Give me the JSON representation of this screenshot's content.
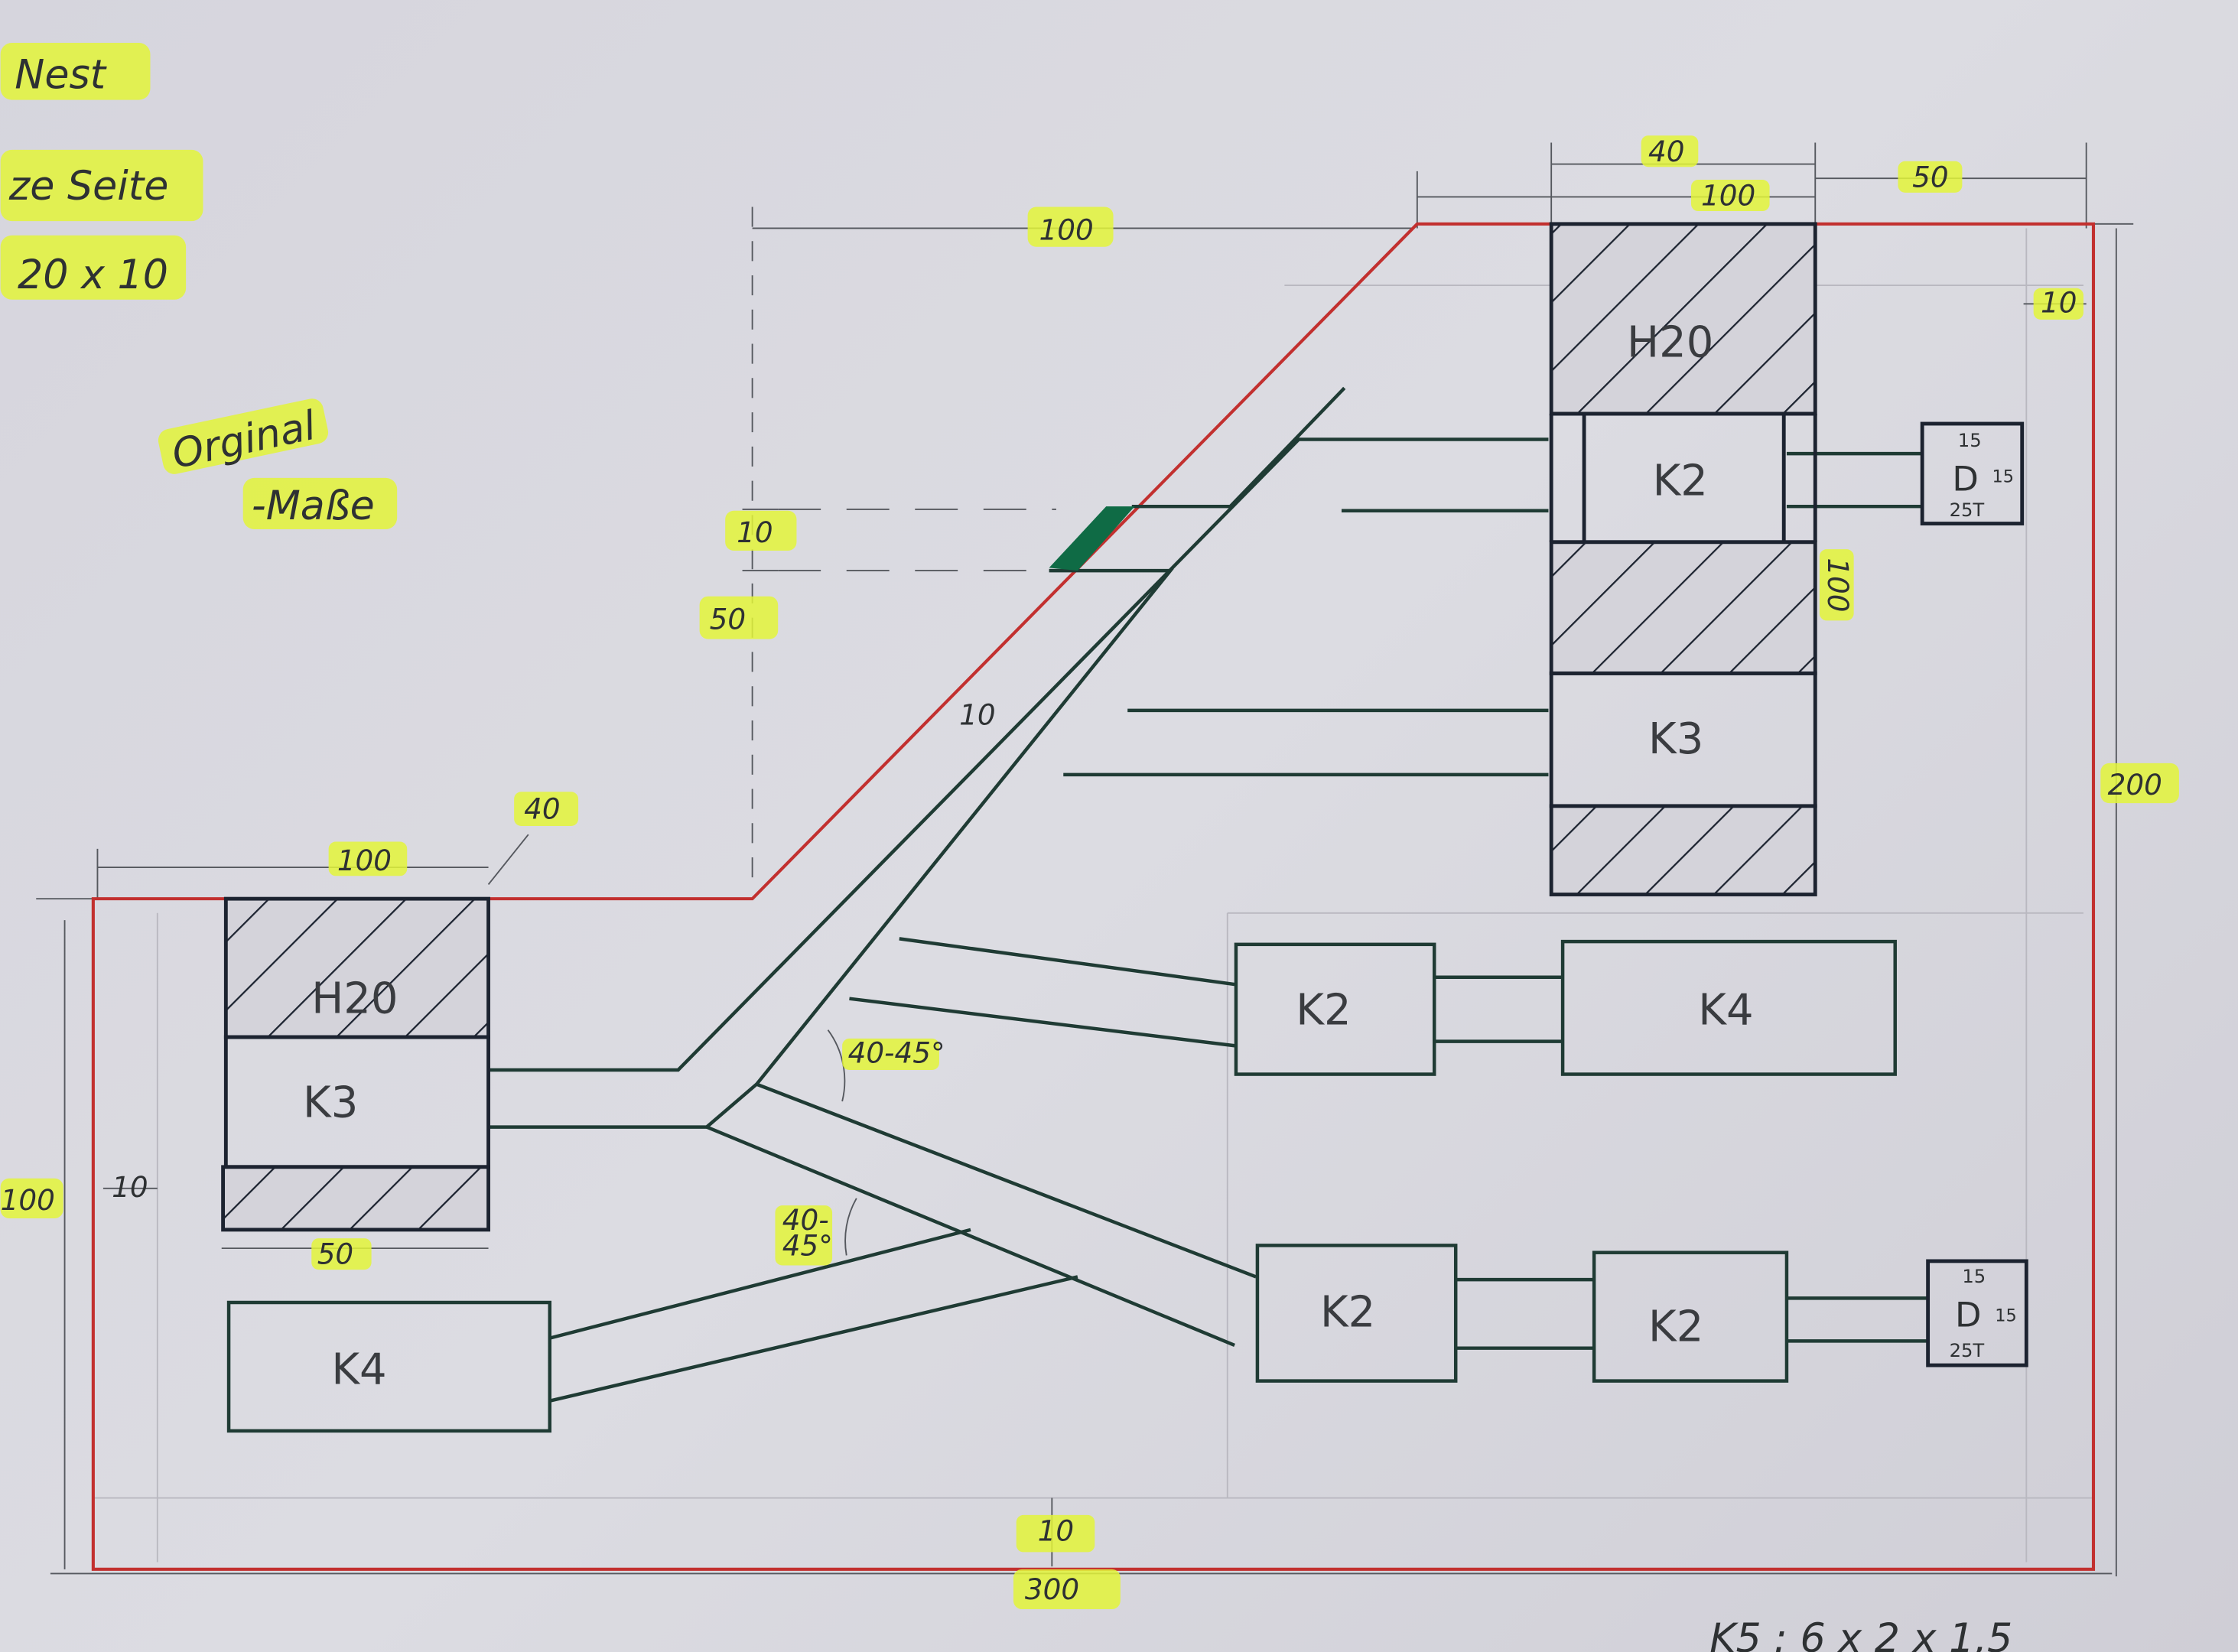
{
  "notes": {
    "nest": "Nest",
    "seite": "ze Seite",
    "size": "20 x 10",
    "original": "Orginal",
    "masse": "-Maße",
    "k5": "K5 : 6 x 2 x 1,5"
  },
  "dimensions": {
    "top_100_left": "100",
    "top_40": "40",
    "top_100_right": "100",
    "top_50": "50",
    "right_10": "10",
    "right_100": "100",
    "right_200": "200",
    "left_10": "10",
    "left_50": "50",
    "corridor_10": "10",
    "left_block_100": "100",
    "left_block_40": "40",
    "left_block_50": "50",
    "left_100": "100",
    "left_wall_10": "10",
    "bottom_10": "10",
    "bottom_300": "300",
    "angle_upper": "40-45°",
    "angle_lower_a": "40-",
    "angle_lower_b": "45°"
  },
  "blocks": {
    "h20_right": "H20",
    "k2_right": "K2",
    "k3_right": "K3",
    "h20_left": "H20",
    "k3_left": "K3",
    "k4_left": "K4",
    "k2_mid": "K2",
    "k4_mid": "K4",
    "k2_low_a": "K2",
    "k2_low_b": "K2"
  },
  "doors": [
    {
      "top": "15",
      "symbol": "D",
      "side": "15",
      "bottom": "25T"
    },
    {
      "top": "15",
      "symbol": "D",
      "side": "15",
      "bottom": "25T"
    }
  ],
  "colors": {
    "outline": "#c2302f",
    "highlight": "#e3f53a",
    "marker": "#0f6b45"
  }
}
